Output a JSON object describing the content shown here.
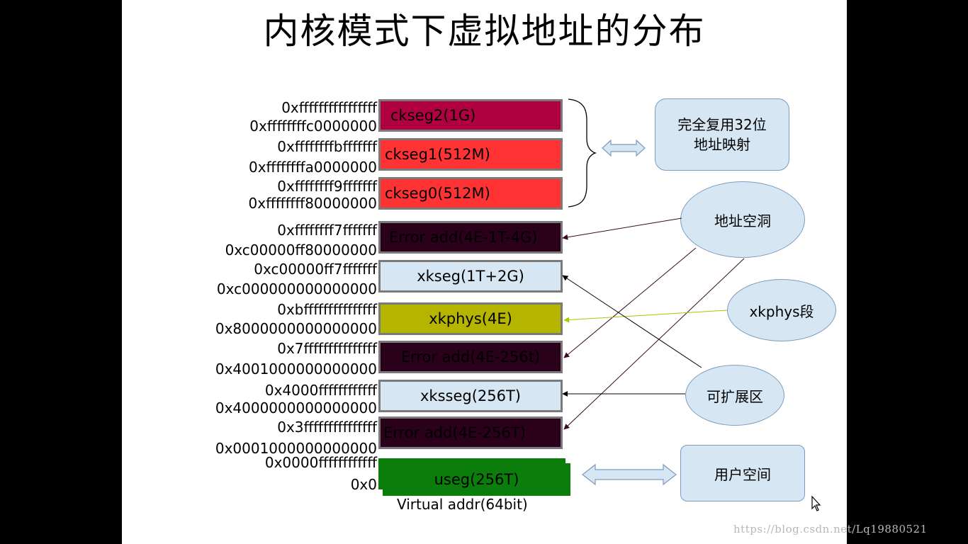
{
  "title": "内核模式下虚拟地址的分布",
  "address_labels": [
    "0xffffffffffffffff",
    "0xffffffffc0000000",
    "0xffffffffbfffffff",
    "0xffffffffa0000000",
    "0xffffffff9fffffff",
    "0xffffffff80000000",
    "0xffffffff7fffffff",
    "0xc00000ff80000000",
    "0xc00000ff7fffffff",
    "0xc000000000000000",
    "0xbfffffffffffffff",
    "0x8000000000000000",
    "0x7fffffffffffffff",
    "0x4001000000000000",
    "0x4000ffffffffffff",
    "0x4000000000000000",
    "0x3fffffffffffffff",
    "0x0001000000000000",
    "0x0000ffffffffffff",
    "0x0"
  ],
  "segments": [
    {
      "label": "ckseg2(1G)",
      "color": "#b0003f"
    },
    {
      "label": "ckseg1(512M)",
      "color": "#ff3333"
    },
    {
      "label": "ckseg0(512M)",
      "color": "#ff3333"
    },
    {
      "label": "Error add(4E-1T-4G)",
      "color": "#2a001a"
    },
    {
      "label": "xkseg(1T+2G)",
      "color": "#d6e6f3"
    },
    {
      "label": "xkphys(4E)",
      "color": "#b5b500"
    },
    {
      "label": "Error add(4E-256t)",
      "color": "#2a001a"
    },
    {
      "label": "xksseg(256T)",
      "color": "#d6e6f3"
    },
    {
      "label": "Error add(4E-256T)",
      "color": "#2a001a"
    },
    {
      "label": "useg(256T)",
      "color": "#0a7d0a"
    }
  ],
  "bubbles": {
    "remap32": "完全复用32位\n地址映射",
    "hole": "地址空洞",
    "xkphys": "xkphys段",
    "expand": "可扩展区",
    "user": "用户空间"
  },
  "caption": "Virtual addr(64bit)",
  "watermark": "https://blog.csdn.net/Lq19880521"
}
